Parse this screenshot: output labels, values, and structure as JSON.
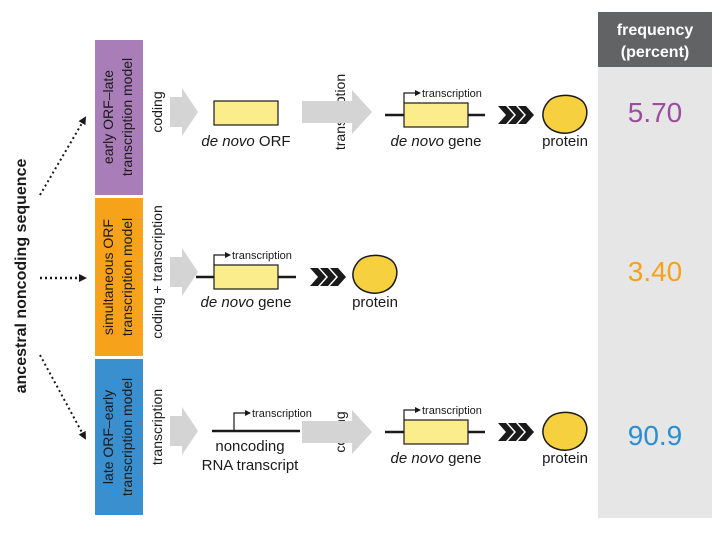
{
  "left_label": "ancestral noncoding sequence",
  "frequency_header": [
    "frequency",
    "(percent)"
  ],
  "colors": {
    "purple": "#a97db7",
    "orange": "#f7a21b",
    "blue": "#3a8fcf",
    "freq_purple": "#9b4c9f",
    "freq_orange": "#f7a21b",
    "freq_blue": "#2a8fd0",
    "gene_box": "#fbec8c",
    "header_bg": "#616365",
    "column_bg": "#e6e6e6",
    "chevron_arrow": "#d4d4d4",
    "protein": "#f6d03e"
  },
  "models": [
    {
      "label_line1": "early ORF–late",
      "label_line2": "transcription model",
      "frequency": "5.70",
      "step1": "coding",
      "orf_italic": "de novo",
      "orf_rest": " ORF",
      "step2": "transcription",
      "tss_label": "transcription",
      "gene_italic": "de novo",
      "gene_rest": " gene",
      "product": "protein"
    },
    {
      "label_line1": "simultaneous ORF",
      "label_line2": "transcription model",
      "frequency": "3.40",
      "step1": "coding + transcription",
      "tss_label": "transcription",
      "gene_italic": "de novo",
      "gene_rest": " gene",
      "product": "protein"
    },
    {
      "label_line1": "late ORF–early",
      "label_line2": "transcription model",
      "frequency": "90.9",
      "step1": "transcription",
      "tss_label1": "transcription",
      "rna_line1": "noncoding",
      "rna_line2": "RNA transcript",
      "step2": "coding",
      "tss_label2": "transcription",
      "gene_italic": "de novo",
      "gene_rest": " gene",
      "product": "protein"
    }
  ]
}
